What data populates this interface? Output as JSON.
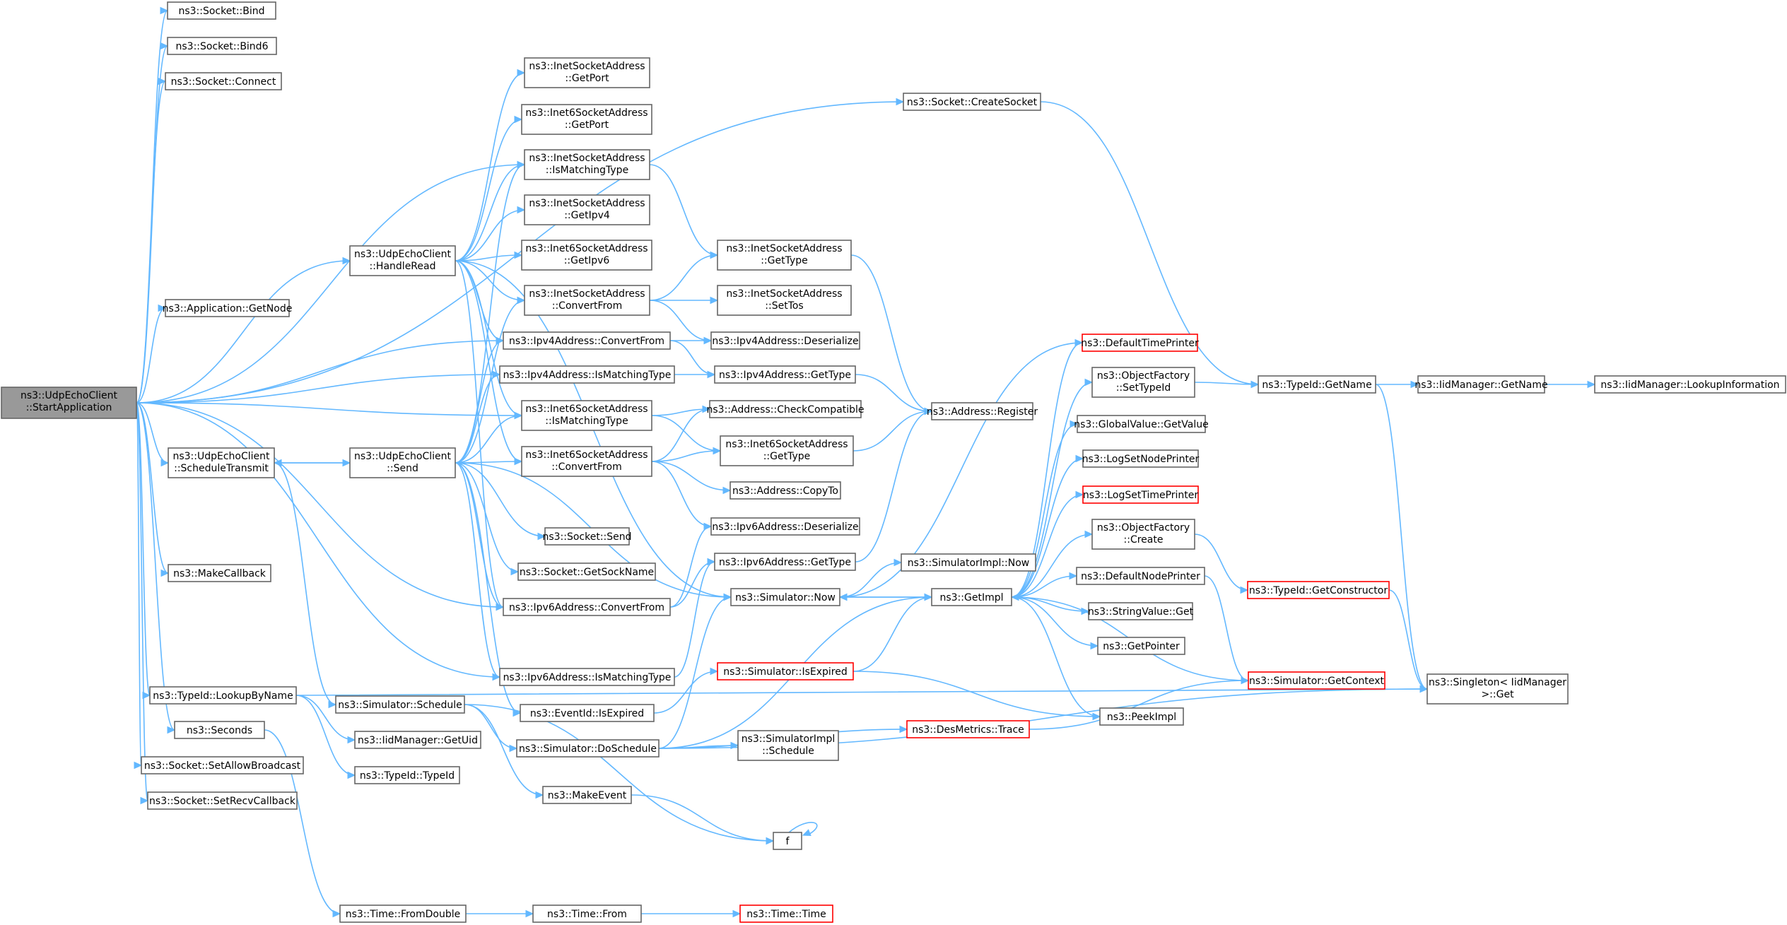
{
  "diagram": {
    "nodes": [
      {
        "id": "start",
        "lines": [
          "ns3::UdpEchoClient",
          "::StartApplication"
        ],
        "style": "root"
      },
      {
        "id": "bind",
        "lines": [
          "ns3::Socket::Bind"
        ]
      },
      {
        "id": "bind6",
        "lines": [
          "ns3::Socket::Bind6"
        ]
      },
      {
        "id": "connect",
        "lines": [
          "ns3::Socket::Connect"
        ]
      },
      {
        "id": "createsocket",
        "lines": [
          "ns3::Socket::CreateSocket"
        ]
      },
      {
        "id": "getnode",
        "lines": [
          "ns3::Application::GetNode"
        ]
      },
      {
        "id": "handleread",
        "lines": [
          "ns3::UdpEchoClient",
          "::HandleRead"
        ]
      },
      {
        "id": "schedtx",
        "lines": [
          "ns3::UdpEchoClient",
          "::ScheduleTransmit"
        ]
      },
      {
        "id": "send",
        "lines": [
          "ns3::UdpEchoClient",
          "::Send"
        ]
      },
      {
        "id": "makecallback",
        "lines": [
          "ns3::MakeCallback"
        ]
      },
      {
        "id": "lookupbyname",
        "lines": [
          "ns3::TypeId::LookupByName"
        ]
      },
      {
        "id": "seconds",
        "lines": [
          "ns3::Seconds"
        ]
      },
      {
        "id": "setallowbc",
        "lines": [
          "ns3::Socket::SetAllowBroadcast"
        ]
      },
      {
        "id": "setrecvcb",
        "lines": [
          "ns3::Socket::SetRecvCallback"
        ]
      },
      {
        "id": "inetgetport",
        "lines": [
          "ns3::InetSocketAddress",
          "::GetPort"
        ]
      },
      {
        "id": "inet6getport",
        "lines": [
          "ns3::Inet6SocketAddress",
          "::GetPort"
        ]
      },
      {
        "id": "inetismatch",
        "lines": [
          "ns3::InetSocketAddress",
          "::IsMatchingType"
        ]
      },
      {
        "id": "inetgetipv4",
        "lines": [
          "ns3::InetSocketAddress",
          "::GetIpv4"
        ]
      },
      {
        "id": "inet6getipv6",
        "lines": [
          "ns3::Inet6SocketAddress",
          "::GetIpv6"
        ]
      },
      {
        "id": "inetconvert",
        "lines": [
          "ns3::InetSocketAddress",
          "::ConvertFrom"
        ]
      },
      {
        "id": "ipv4convert",
        "lines": [
          "ns3::Ipv4Address::ConvertFrom"
        ]
      },
      {
        "id": "ipv4ismatch",
        "lines": [
          "ns3::Ipv4Address::IsMatchingType"
        ]
      },
      {
        "id": "inet6ismatch",
        "lines": [
          "ns3::Inet6SocketAddress",
          "::IsMatchingType"
        ]
      },
      {
        "id": "inet6convert",
        "lines": [
          "ns3::Inet6SocketAddress",
          "::ConvertFrom"
        ]
      },
      {
        "id": "socketsend",
        "lines": [
          "ns3::Socket::Send"
        ]
      },
      {
        "id": "getsockname",
        "lines": [
          "ns3::Socket::GetSockName"
        ]
      },
      {
        "id": "ipv6convert",
        "lines": [
          "ns3::Ipv6Address::ConvertFrom"
        ]
      },
      {
        "id": "ipv6ismatch",
        "lines": [
          "ns3::Ipv6Address::IsMatchingType"
        ]
      },
      {
        "id": "eventexpired",
        "lines": [
          "ns3::EventId::IsExpired"
        ]
      },
      {
        "id": "simschedule",
        "lines": [
          "ns3::Simulator::Schedule"
        ]
      },
      {
        "id": "iidgetuid",
        "lines": [
          "ns3::IidManager::GetUid"
        ]
      },
      {
        "id": "typeidtypeid",
        "lines": [
          "ns3::TypeId::TypeId"
        ]
      },
      {
        "id": "simdoschedule",
        "lines": [
          "ns3::Simulator::DoSchedule"
        ]
      },
      {
        "id": "makeevent",
        "lines": [
          "ns3::MakeEvent"
        ]
      },
      {
        "id": "f",
        "lines": [
          "f"
        ]
      },
      {
        "id": "fromdouble",
        "lines": [
          "ns3::Time::FromDouble"
        ]
      },
      {
        "id": "timefrom",
        "lines": [
          "ns3::Time::From"
        ]
      },
      {
        "id": "timetime",
        "lines": [
          "ns3::Time::Time"
        ],
        "style": "red"
      },
      {
        "id": "inetgettype",
        "lines": [
          "ns3::InetSocketAddress",
          "::GetType"
        ]
      },
      {
        "id": "inetsettos",
        "lines": [
          "ns3::InetSocketAddress",
          "::SetTos"
        ]
      },
      {
        "id": "ipv4deser",
        "lines": [
          "ns3::Ipv4Address::Deserialize"
        ]
      },
      {
        "id": "ipv4gettype",
        "lines": [
          "ns3::Ipv4Address::GetType"
        ]
      },
      {
        "id": "addrcheck",
        "lines": [
          "ns3::Address::CheckCompatible"
        ]
      },
      {
        "id": "inet6gettype",
        "lines": [
          "ns3::Inet6SocketAddress",
          "::GetType"
        ]
      },
      {
        "id": "addrcopyto",
        "lines": [
          "ns3::Address::CopyTo"
        ]
      },
      {
        "id": "ipv6deser",
        "lines": [
          "ns3::Ipv6Address::Deserialize"
        ]
      },
      {
        "id": "ipv6gettype",
        "lines": [
          "ns3::Ipv6Address::GetType"
        ]
      },
      {
        "id": "simnow",
        "lines": [
          "ns3::Simulator::Now"
        ]
      },
      {
        "id": "simimplnow",
        "lines": [
          "ns3::SimulatorImpl::Now"
        ]
      },
      {
        "id": "simisexpired",
        "lines": [
          "ns3::Simulator::IsExpired"
        ],
        "style": "red"
      },
      {
        "id": "simimplsched",
        "lines": [
          "ns3::SimulatorImpl",
          "::Schedule"
        ]
      },
      {
        "id": "destrace",
        "lines": [
          "ns3::DesMetrics::Trace"
        ],
        "style": "red"
      },
      {
        "id": "addrregister",
        "lines": [
          "ns3::Address::Register"
        ]
      },
      {
        "id": "getimpl",
        "lines": [
          "ns3::GetImpl"
        ]
      },
      {
        "id": "deftimeprinter",
        "lines": [
          "ns3::DefaultTimePrinter"
        ],
        "style": "red"
      },
      {
        "id": "objfactsettype",
        "lines": [
          "ns3::ObjectFactory",
          "::SetTypeId"
        ]
      },
      {
        "id": "globalgetvalue",
        "lines": [
          "ns3::GlobalValue::GetValue"
        ]
      },
      {
        "id": "logsetnode",
        "lines": [
          "ns3::LogSetNodePrinter"
        ]
      },
      {
        "id": "logsettime",
        "lines": [
          "ns3::LogSetTimePrinter"
        ],
        "style": "red"
      },
      {
        "id": "objfactcreate",
        "lines": [
          "ns3::ObjectFactory",
          "::Create"
        ]
      },
      {
        "id": "defnodeprinter",
        "lines": [
          "ns3::DefaultNodePrinter"
        ]
      },
      {
        "id": "stringvalget",
        "lines": [
          "ns3::StringValue::Get"
        ]
      },
      {
        "id": "getpointer",
        "lines": [
          "ns3::GetPointer"
        ]
      },
      {
        "id": "peekimpl",
        "lines": [
          "ns3::PeekImpl"
        ]
      },
      {
        "id": "typeidgetname",
        "lines": [
          "ns3::TypeId::GetName"
        ]
      },
      {
        "id": "typeidgetctor",
        "lines": [
          "ns3::TypeId::GetConstructor"
        ],
        "style": "red"
      },
      {
        "id": "simgetcontext",
        "lines": [
          "ns3::Simulator::GetContext"
        ],
        "style": "red"
      },
      {
        "id": "iidgetname",
        "lines": [
          "ns3::IidManager::GetName"
        ]
      },
      {
        "id": "iidlookupinfo",
        "lines": [
          "ns3::IidManager::LookupInformation"
        ]
      },
      {
        "id": "singletonget",
        "lines": [
          "ns3::Singleton< IidManager",
          ">::Get"
        ]
      }
    ]
  }
}
